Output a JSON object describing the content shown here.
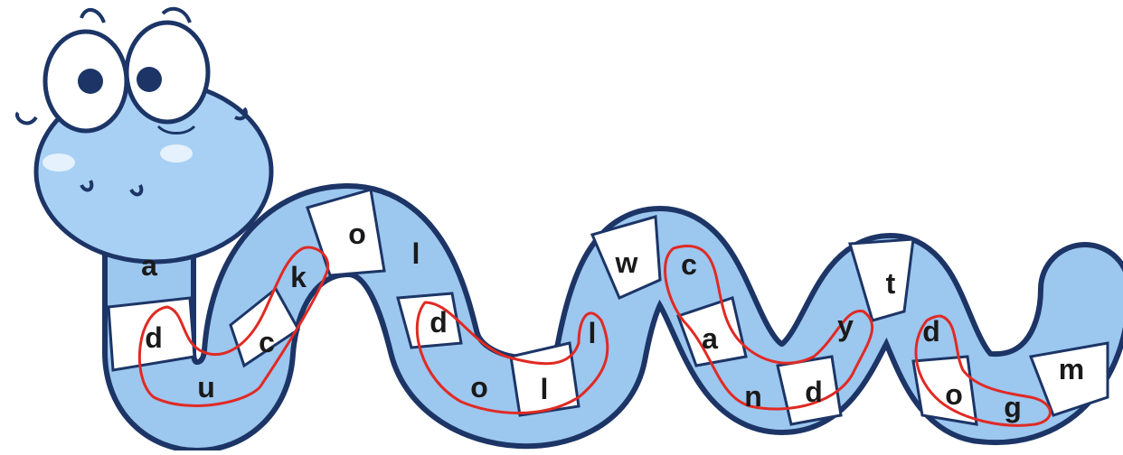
{
  "colors": {
    "body_blue": "#9cc7ef",
    "outline": "#1c3566",
    "white_segment": "#ffffff",
    "circle_red": "#e02a24",
    "head_blue": "#a8d0f5",
    "letter": "#1a1a1a"
  },
  "snake": {
    "letters": [
      "a",
      "d",
      "u",
      "c",
      "k",
      "o",
      "l",
      "d",
      "o",
      "l",
      "l",
      "w",
      "c",
      "a",
      "n",
      "d",
      "y",
      "t",
      "d",
      "o",
      "g",
      "m"
    ],
    "circled_words": [
      "duck",
      "doll",
      "candy",
      "dog"
    ]
  }
}
